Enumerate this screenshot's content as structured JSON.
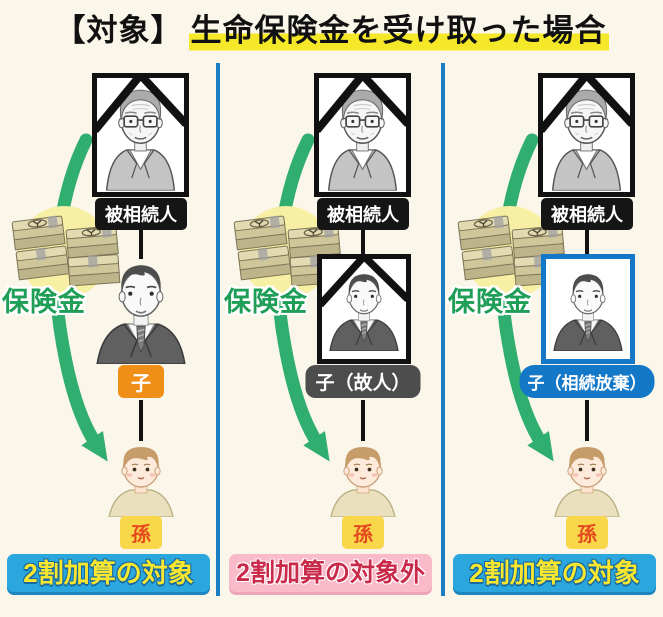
{
  "title": {
    "prefix": "【対象】",
    "highlight": "生命保険金を受け取った場合"
  },
  "columns": [
    {
      "deceased_label": "被相続人",
      "insurance_label": "保険金",
      "child_label": "子",
      "child_status": "alive-heir",
      "grandchild_label": "孫",
      "result": "2割加算の対象",
      "result_type": "subject"
    },
    {
      "deceased_label": "被相続人",
      "insurance_label": "保険金",
      "child_label": "子（故人）",
      "child_status": "deceased",
      "grandchild_label": "孫",
      "result": "2割加算の対象外",
      "result_type": "excluded"
    },
    {
      "deceased_label": "被相続人",
      "insurance_label": "保険金",
      "child_label": "子（相続放棄）",
      "child_status": "renounced-inheritance",
      "grandchild_label": "孫",
      "result": "2割加算の対象",
      "result_type": "subject"
    }
  ],
  "colors": {
    "background": "#faf6e9",
    "title_highlight_yellow": "#f5e829",
    "divider_blue": "#1b7ec2",
    "arrow_green": "#2fae70",
    "insurance_label_green": "#1f9e57",
    "deceased_tag_black": "#151515",
    "child_tag_orange": "#ef8f17",
    "deceased_child_tag_gray": "#4d4d4d",
    "renounced_tag_blue": "#1478c8",
    "grandchild_tag_yellow": "#f8d74a",
    "grandchild_tag_text_red": "#e5491f",
    "banner_subject_bg_blue": "#2ba7dd",
    "banner_subject_text_yellow": "#f9e62e",
    "banner_excluded_bg_pink": "#f9bac9",
    "banner_excluded_text_crimson": "#c92a4a"
  }
}
